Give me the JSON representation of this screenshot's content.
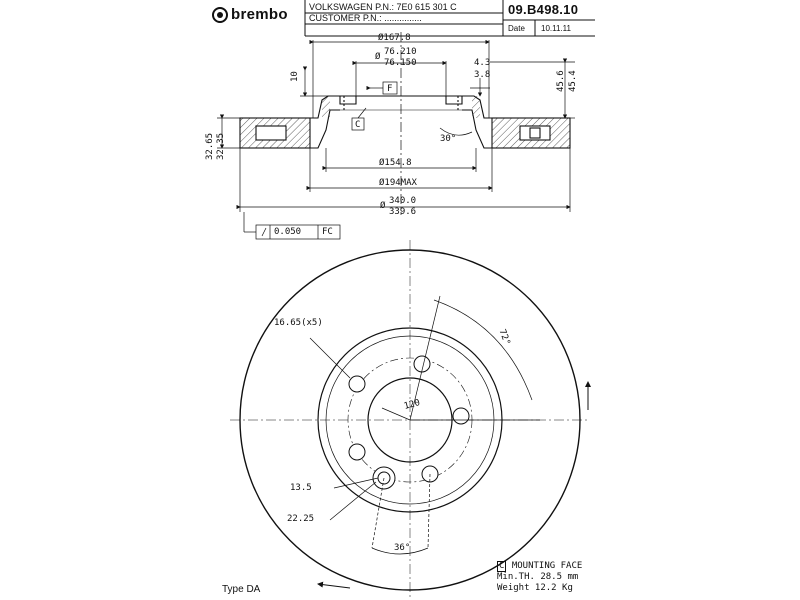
{
  "header": {
    "brand": "brembo",
    "part_number": "09.B498.10",
    "oem_label": "VOLKSWAGEN P.N.:",
    "oem_value": "7E0 615 301 C",
    "customer_label": "CUSTOMER P.N.:",
    "customer_value": "...............",
    "date_label": "Date",
    "date_value": "10.11.11"
  },
  "section_view": {
    "dia_hat": "Ø167.8",
    "dia_bore_max": "76.210",
    "dia_bore_min": "76.150",
    "flatness_symbol": "F",
    "datum_c": "C",
    "dim_10": "10",
    "dim_4_3": "4.3",
    "dim_3_8": "3.8",
    "dim_45_6": "45.6",
    "dim_45_4": "45.4",
    "angle_30": "30°",
    "dia_154_8": "Ø154.8",
    "dia_194_max": "Ø194MAX",
    "dia_outer_max": "340.0",
    "dia_outer_min": "339.6",
    "dim_32_65": "32.65",
    "dim_32_35": "32.35",
    "tolerance_value": "0.050",
    "tolerance_datum": "FC"
  },
  "front_view": {
    "bolt_holes": "16.65(x5)",
    "angle_72": "72°",
    "pcd": "120",
    "hole_13_5": "13.5",
    "hole_22_25": "22.25",
    "angle_36": "36°"
  },
  "notes": {
    "type_label": "Type DA",
    "mounting_face_letter": "C",
    "mounting_face_text": "MOUNTING FACE",
    "min_th": "Min.TH. 28.5 mm",
    "weight": "Weight  12.2 Kg"
  }
}
